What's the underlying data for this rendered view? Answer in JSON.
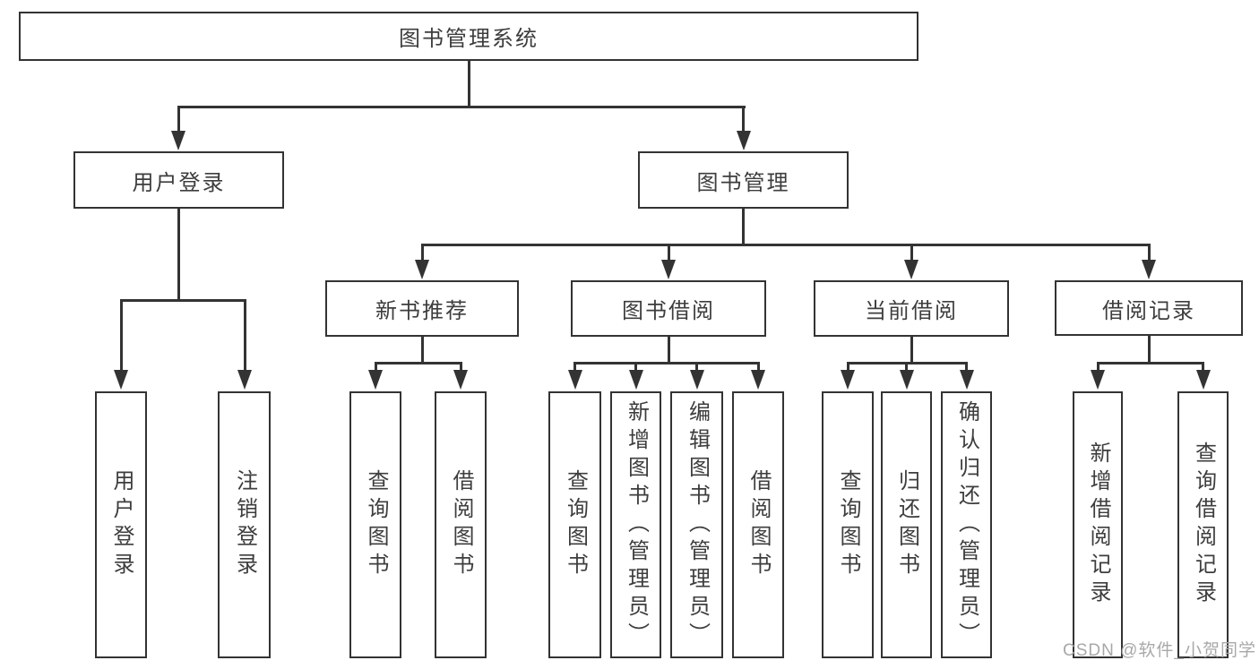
{
  "nodes": {
    "root": "图书管理系统",
    "user_login": {
      "label": "用户登录",
      "children": [
        "用户登录",
        "注销登录"
      ]
    },
    "book_management": {
      "label": "图书管理",
      "children": [
        {
          "label": "新书推荐",
          "children": [
            "查询图书",
            "借阅图书"
          ]
        },
        {
          "label": "图书借阅",
          "children": [
            "查询图书",
            "新增图书（管理员）",
            "编辑图书（管理员）",
            "借阅图书"
          ]
        },
        {
          "label": "当前借阅",
          "children": [
            "查询图书",
            "归还图书",
            "确认归还（管理员）"
          ]
        },
        {
          "label": "借阅记录",
          "children": [
            "新增借阅记录",
            "查询借阅记录"
          ]
        }
      ]
    }
  },
  "watermark": "CSDN @软件_小贺同学",
  "colors": {
    "background": "#ffffff",
    "line": "#333333",
    "text": "#3d3d3d",
    "watermark": "#a8a8a8"
  }
}
